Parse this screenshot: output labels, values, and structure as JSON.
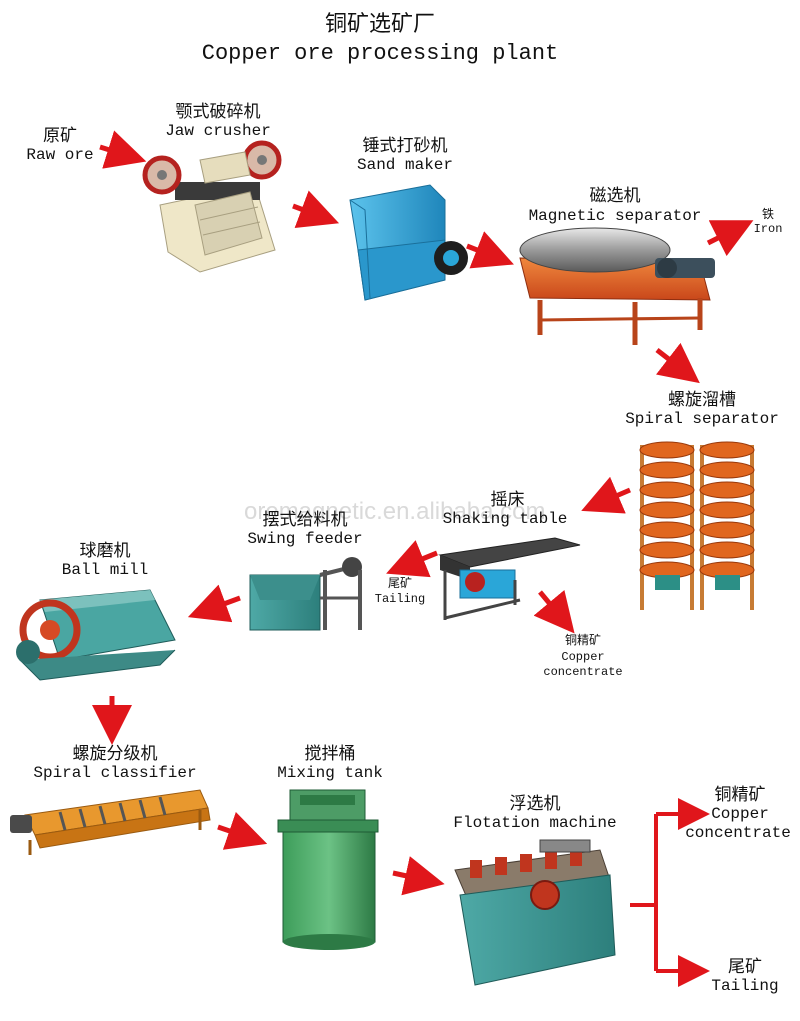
{
  "title": {
    "zh": "铜矿选矿厂",
    "en": "Copper ore processing plant"
  },
  "watermark": "oremagnetic.en.alibaba.com",
  "colors": {
    "arrow": "#e0161b",
    "machine_blue": "#2aa6d8",
    "machine_orange": "#e8682b",
    "machine_green": "#3a9b58",
    "machine_cream": "#efe7c8"
  },
  "nodes": {
    "raw_ore": {
      "zh": "原矿",
      "en": "Raw ore"
    },
    "jaw_crusher": {
      "zh": "颚式破碎机",
      "en": "Jaw crusher"
    },
    "sand_maker": {
      "zh": "锤式打砂机",
      "en": "Sand maker"
    },
    "magnetic_separator": {
      "zh": "磁选机",
      "en": "Magnetic separator"
    },
    "iron": {
      "zh": "铁",
      "en": "Iron"
    },
    "spiral_separator": {
      "zh": "螺旋溜槽",
      "en": "Spiral separator"
    },
    "shaking_table": {
      "zh": "摇床",
      "en": "Shaking table"
    },
    "shaking_tailing": {
      "zh": "尾矿",
      "en": "Tailing"
    },
    "shaking_concentrate": {
      "zh": "铜精矿",
      "en_1": "Copper",
      "en_2": "concentrate"
    },
    "swing_feeder": {
      "zh": "摆式给料机",
      "en": "Swing feeder"
    },
    "ball_mill": {
      "zh": "球磨机",
      "en": "Ball mill"
    },
    "spiral_classifier": {
      "zh": "螺旋分级机",
      "en": "Spiral classifier"
    },
    "mixing_tank": {
      "zh": "搅拌桶",
      "en": "Mixing tank"
    },
    "flotation_machine": {
      "zh": "浮选机",
      "en": "Flotation machine"
    },
    "final_concentrate": {
      "zh": "铜精矿",
      "en_1": "Copper",
      "en_2": "concentrate"
    },
    "final_tailing": {
      "zh": "尾矿",
      "en": "Tailing"
    }
  }
}
